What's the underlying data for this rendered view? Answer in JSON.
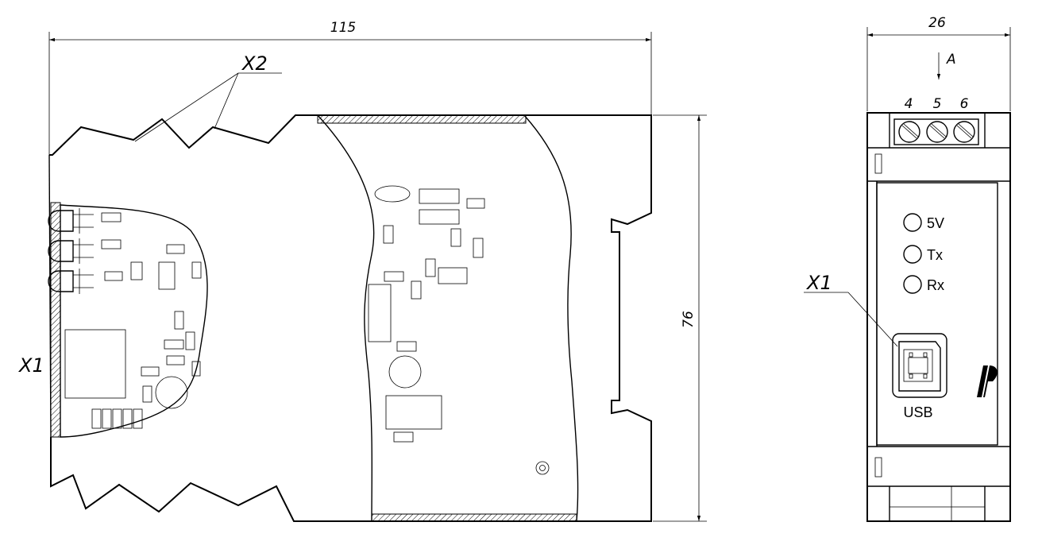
{
  "side_view": {
    "width_dim": "115",
    "height_dim": "76",
    "connector_x2": "X2",
    "connector_x1": "X1"
  },
  "front_view": {
    "width_dim": "26",
    "view_arrow": "A",
    "terminals": [
      "4",
      "5",
      "6"
    ],
    "leds": [
      "5V",
      "Tx",
      "Rx"
    ],
    "connector_x1": "X1",
    "usb_label": "USB"
  }
}
